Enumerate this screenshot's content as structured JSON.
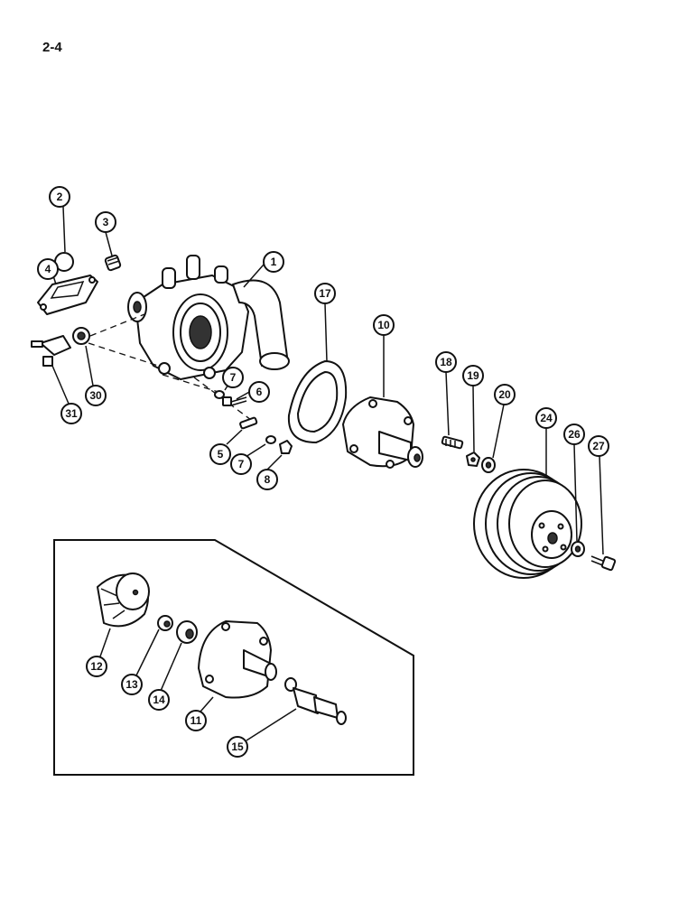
{
  "page_label": "2-4",
  "callouts": {
    "c1": "1",
    "c2": "2",
    "c3": "3",
    "c4": "4",
    "c5": "5",
    "c6": "6",
    "c7a": "7",
    "c7b": "7",
    "c8": "8",
    "c10": "10",
    "c11": "11",
    "c12": "12",
    "c13": "13",
    "c14": "14",
    "c15": "15",
    "c17": "17",
    "c18": "18",
    "c19": "19",
    "c20": "20",
    "c24": "24",
    "c26": "26",
    "c27": "27",
    "c30": "30",
    "c31": "31"
  }
}
